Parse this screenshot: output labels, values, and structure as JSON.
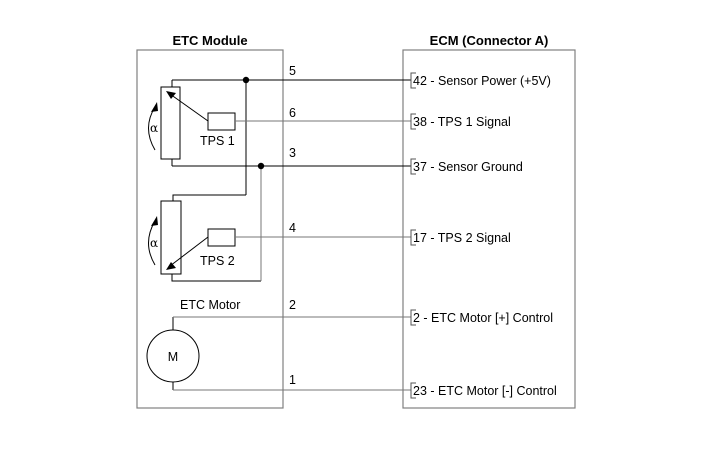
{
  "etc_module": {
    "title": "ETC Module",
    "tps1_label": "TPS 1",
    "tps2_label": "TPS 2",
    "motor_label": "ETC Motor",
    "motor_symbol": "M",
    "angle_symbol": "α"
  },
  "ecm": {
    "title": "ECM (Connector A)",
    "pins": [
      {
        "pin": "42",
        "label": " - Sensor Power (+5V)",
        "wire": "5"
      },
      {
        "pin": "38",
        "label": " - TPS 1 Signal",
        "wire": "6"
      },
      {
        "pin": "37",
        "label": " - Sensor Ground",
        "wire": "3"
      },
      {
        "pin": "17",
        "label": " - TPS 2 Signal",
        "wire": "4"
      },
      {
        "pin": "2",
        "label": " - ETC Motor [+] Control",
        "wire": "2"
      },
      {
        "pin": "23",
        "label": " - ETC Motor [-] Control",
        "wire": "1"
      }
    ]
  }
}
